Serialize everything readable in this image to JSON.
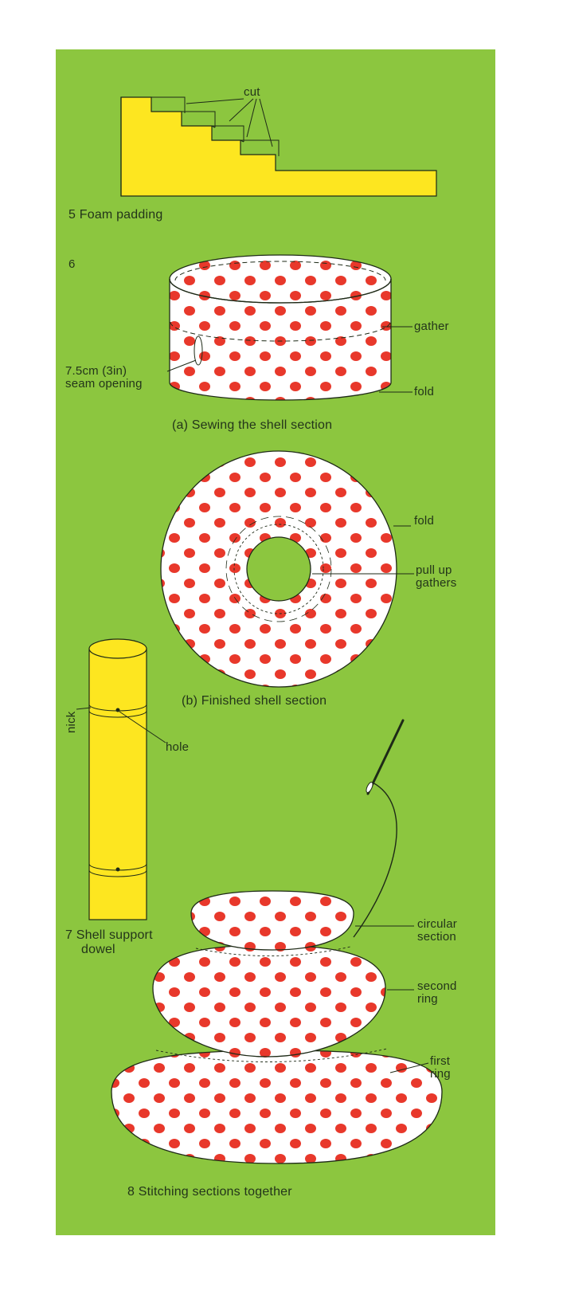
{
  "colors": {
    "panel_green": "#8cc63f",
    "foam_yellow": "#fde620",
    "fabric_white": "#ffffff",
    "dot_red": "#e8382b",
    "ink": "#1e2a17"
  },
  "fig5": {
    "labels": {
      "cut": "cut"
    },
    "caption": "5  Foam padding"
  },
  "fig6": {
    "number": "6",
    "a": {
      "labels": {
        "gather": "gather",
        "seam_opening_line1": "7.5cm (3in)",
        "seam_opening_line2": "seam opening",
        "fold": "fold"
      },
      "caption": "(a)  Sewing the shell section"
    },
    "b": {
      "labels": {
        "fold": "fold",
        "pull_up_line1": "pull up",
        "pull_up_line2": "gathers"
      },
      "caption": "(b)  Finished shell section"
    }
  },
  "fig7": {
    "labels": {
      "nick": "nick",
      "hole": "hole"
    },
    "caption_line1": "7  Shell support",
    "caption_line2": "dowel"
  },
  "fig8": {
    "labels": {
      "circular_line1": "circular",
      "circular_line2": "section",
      "second_line1": "second",
      "second_line2": "ring",
      "first_line1": "first",
      "first_line2": "ring"
    },
    "caption": "8  Stitching sections together"
  }
}
